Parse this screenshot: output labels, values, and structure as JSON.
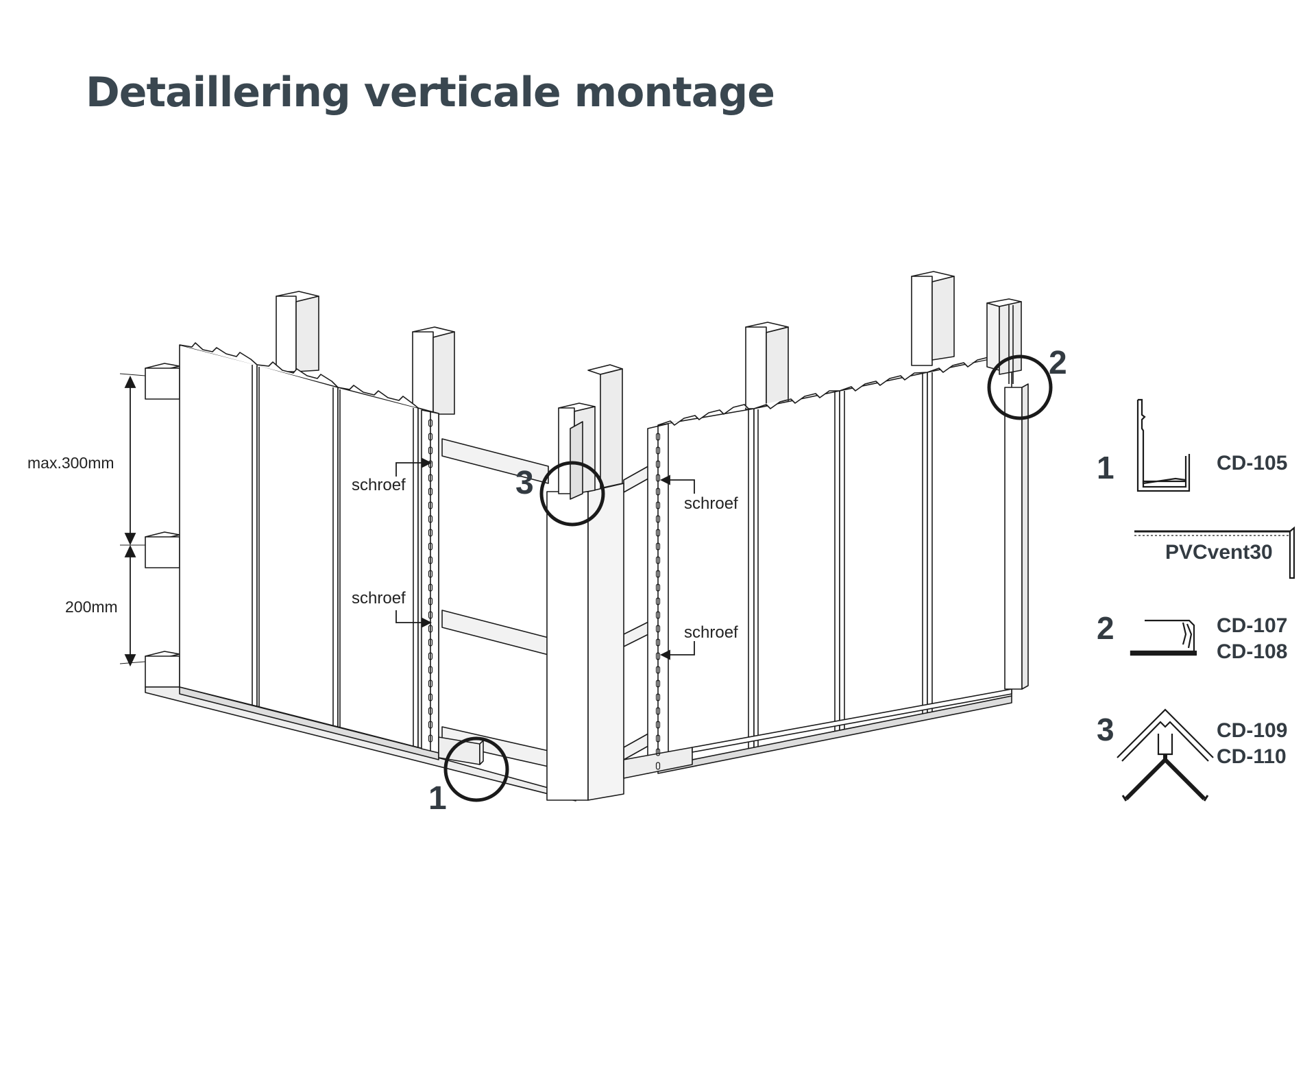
{
  "title": "Detaillering verticale montage",
  "colors": {
    "title": "#3a4750",
    "line": "#1a1a1a",
    "panel": "#ffffff",
    "shade": "#e8e8e8"
  },
  "dimensions": {
    "top": "max.300mm",
    "bottom": "200mm"
  },
  "screw_label": "schroef",
  "callouts": [
    "1",
    "2",
    "3"
  ],
  "legend": [
    {
      "number": "1",
      "codes": [
        "CD-105"
      ]
    },
    {
      "number": "",
      "codes": [
        "PVCvent30"
      ]
    },
    {
      "number": "2",
      "codes": [
        "CD-107",
        "CD-108"
      ]
    },
    {
      "number": "3",
      "codes": [
        "CD-109",
        "CD-110"
      ]
    }
  ]
}
